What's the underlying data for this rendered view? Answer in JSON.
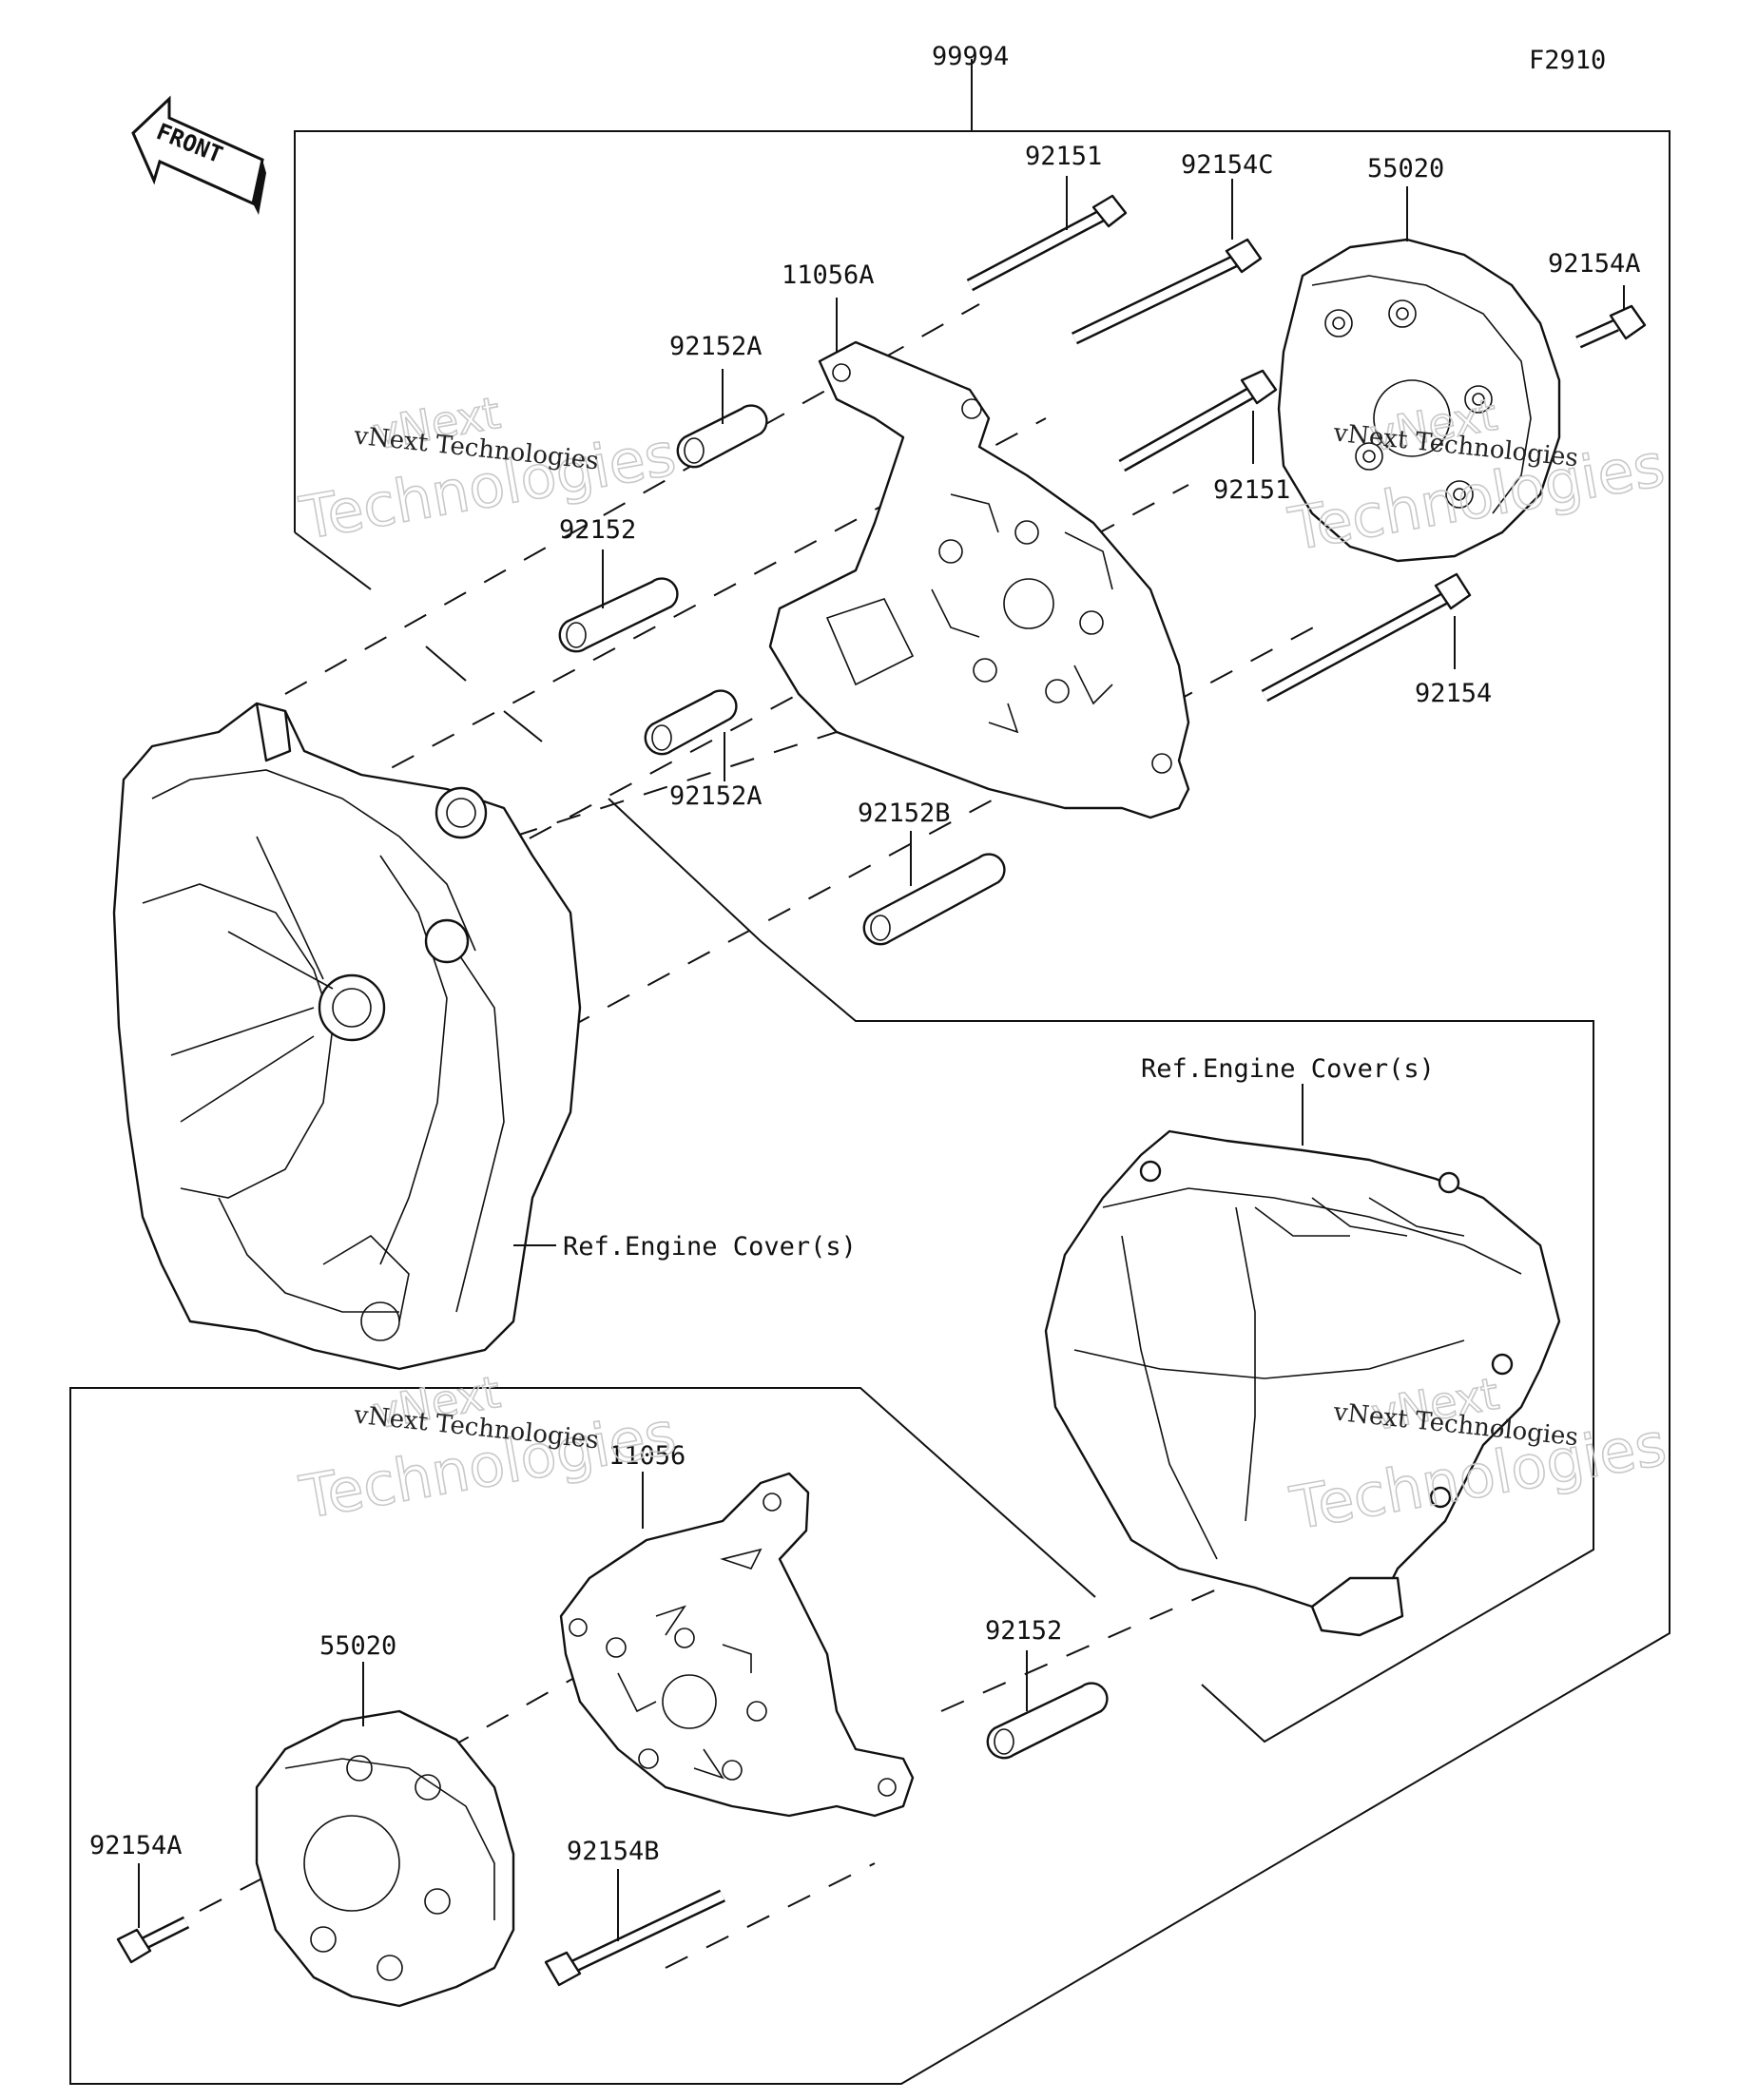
{
  "figure_code": "F2910",
  "front_arrow_label": "FRONT",
  "watermark": {
    "line1": "vNext",
    "line2": "Technologies",
    "caption": "vNext Technologies"
  },
  "ref_labels": {
    "upper_right": "Ref.Engine Cover(s)",
    "left": "Ref.Engine Cover(s)"
  },
  "part_labels": {
    "kit": "99994",
    "bolt_92151_top": "92151",
    "bolt_92154C": "92154C",
    "cover_55020_top": "55020",
    "bolt_92154A_top": "92154A",
    "bracket_11056A": "11056A",
    "collar_92152A_top": "92152A",
    "bolt_92151_mid": "92151",
    "collar_92152_top": "92152",
    "bolt_92154": "92154",
    "collar_92152A_mid": "92152A",
    "collar_92152B": "92152B",
    "bracket_11056": "11056",
    "cover_55020_bottom": "55020",
    "collar_92152_bottom": "92152",
    "bolt_92154A_bottom": "92154A",
    "bolt_92154B": "92154B"
  }
}
